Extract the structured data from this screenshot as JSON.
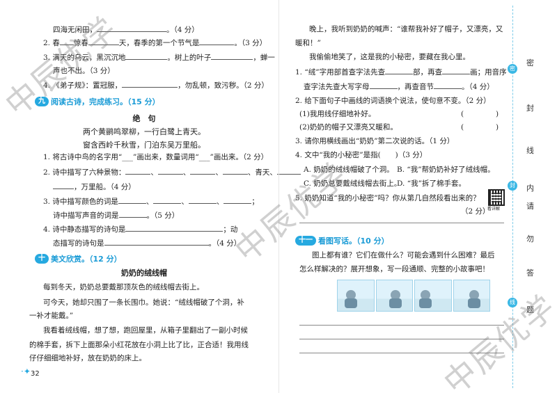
{
  "left": {
    "q_top": [
      {
        "pre": "四海无闲田，",
        "post": "。（4 分）"
      },
      {
        "pre": "2. 春",
        "mid": "惊春",
        "post_a": "天，春季的第一个节气是",
        "post_b": "。（3 分）"
      },
      {
        "pre": "3. 满天的乌云，黑沉沉地",
        "mid": "。树上的叶子",
        "post": "，蝉一"
      },
      {
        "pre": "声也不出。（3 分）"
      },
      {
        "pre": "4. 《弟子规》：置冠服，",
        "post": "，勿乱顿，致污秽。（2 分）"
      }
    ],
    "sec9": {
      "num": "九",
      "title": "阅读古诗，完成练习。（15 分）"
    },
    "poem": {
      "title": "绝　句",
      "line1": "两个黄鹂鸣翠柳，一行白鹭上青天。",
      "line2": "窗含西岭千秋雪，门泊东吴万里船。"
    },
    "sec9_q": [
      "1. 将古诗中鸟的名字用“___”画出来，数量词用“___”画出来。（2 分）",
      "2. 诗中描写了六种景物：",
      "，万里船。（4 分）",
      "3. 诗中描写颜色的词是",
      "诗中描写声音的词是",
      "。（5 分）",
      "4. 诗中静态描写的诗句是",
      "；动",
      "态描写的诗句是",
      "。（4 分）"
    ],
    "sec10": {
      "num": "十",
      "title": "美文欣赏。（12 分）"
    },
    "article_title": "奶奶的绒线帽",
    "para": [
      "每到冬天，奶奶总要戴那顶灰色的绒线帽去街上。",
      "可今天，她却只围了一条长围巾。她说：“绒线帽破了个洞，补",
      "一补才能戴。”",
      "我看着绒线帽，想了想，跑回屋里，从箱子里翻出了一副小时候",
      "的棉手套，拆下上面那朵小红花放在小洞上比了比，正合适！我用线",
      "仔仔细细地补好，放在奶奶的床上。"
    ],
    "page_number": "32"
  },
  "right": {
    "para": [
      "晚上，我听到奶奶的喊声：“谁帮我补好了帽子，又漂亮，又",
      "暖和！”",
      "我偷偷地笑了，这是我的小秘密，要藏在我心里。"
    ],
    "q": [
      "1. “绒”字用部首查字法先查",
      "部，再查",
      "画；用音序",
      "查字法先查大写字母",
      "，再查音节",
      "。（4 分）",
      "2. 给下面句子中画线的词语换个说法，使句意不变。（2 分）",
      "(1)我用线仔细地补好。",
      "(2)奶奶的帽子又漂亮又暖和。",
      "3. 请你用横线画出“奶奶”第二次说的话。（1 分）",
      "4. 文中“我的小秘密”是指(　　)（3 分）",
      "A. 奶奶的绒线帽破了个洞。",
      "B. “我”帮奶奶补好了绒线帽。",
      "C. 奶奶总要戴绒线帽去街上。",
      "D. “我”拆了棉手套。",
      "5. 奶奶知道“我的小秘密”吗？你从第几自然段看出来的？",
      "（2 分）"
    ],
    "qr_label": "看详解",
    "sec11": {
      "num": "十一",
      "title": "看图写话。（10 分）"
    },
    "sec11_text": [
      "图上都有谁？它们在做什么？可能会遇到什么困难？最后",
      "怎么样解决的？展开想象，写一段通顺、完整的小故事吧！"
    ]
  },
  "sidebar": {
    "chars": [
      "密",
      "封",
      "线",
      "内",
      "请",
      "勿",
      "答",
      "题"
    ],
    "dots": [
      "密",
      "封",
      "线"
    ]
  },
  "watermark": "中辰优学"
}
